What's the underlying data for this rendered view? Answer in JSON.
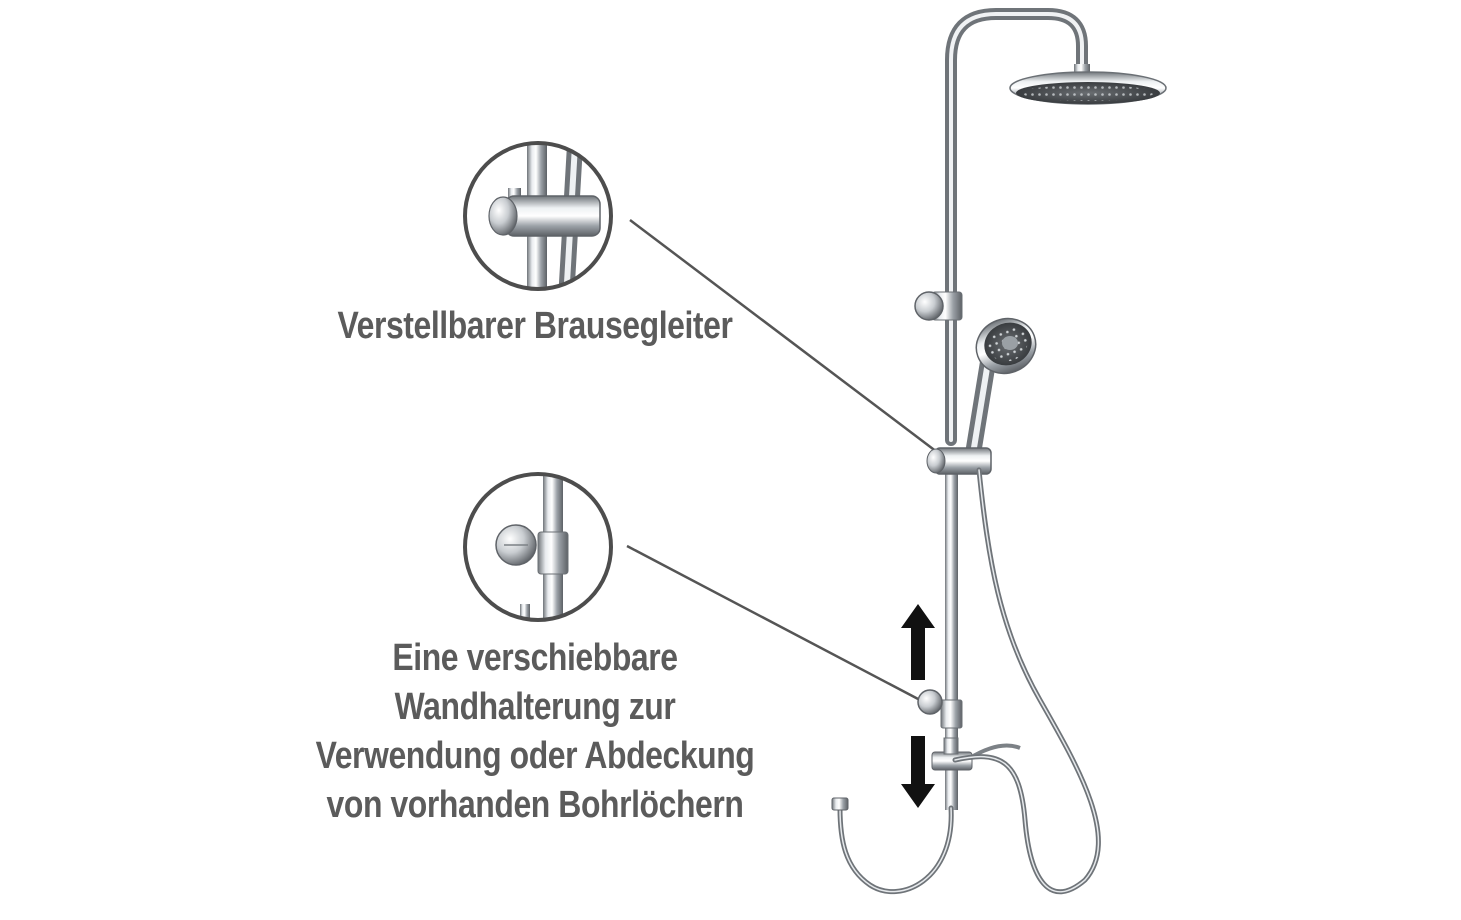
{
  "annotations": {
    "slider": {
      "label": "Verstellbarer Brausegleiter"
    },
    "wall_mount": {
      "lines": [
        "Eine verschiebbare",
        "Wandhalterung zur",
        "Verwendung oder Abdeckung",
        "von vorhanden Bohrlöchern"
      ]
    }
  },
  "colors": {
    "caption_text": "#5b5b5b",
    "leader_line": "#555555",
    "zoom_ring": "#4d4d4d",
    "arrow": "#111111",
    "chrome_dark": "#6f7479",
    "chrome_light": "#f2f4f6",
    "background": "#ffffff"
  },
  "icons": {
    "adjust_arrow_up": "arrow-up-icon",
    "adjust_arrow_down": "arrow-down-icon"
  }
}
